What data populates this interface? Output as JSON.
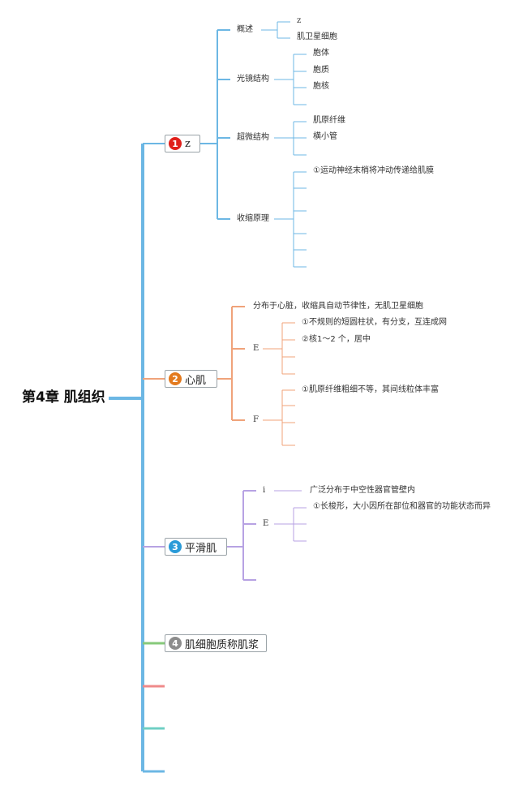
{
  "title": "第4章 肌组织",
  "colors": {
    "trunk": "#6cb7e4",
    "section1": "#6cb7e4",
    "section2": "#f0a37a",
    "section3": "#b7a2e3",
    "section4": "#86c97a",
    "stub_red": "#ef8a8a",
    "stub_teal": "#6fcfc4",
    "badge1": "#e0201b",
    "badge2": "#e37a1e",
    "badge3": "#2a9bd8",
    "badge4": "#8c8c8c"
  },
  "sections": [
    {
      "number": "1",
      "label": "z",
      "children": [
        {
          "label": "概述",
          "items": [
            "z",
            "肌卫星细胞"
          ]
        },
        {
          "label": "光镜结构",
          "items": [
            "胞体",
            "胞质",
            "胞核"
          ]
        },
        {
          "label": "超微结构",
          "items": [
            "肌原纤维",
            "横小管"
          ]
        },
        {
          "label": "收缩原理",
          "items": [
            "①运动神经末梢将冲动传递给肌膜"
          ]
        }
      ]
    },
    {
      "number": "2",
      "label": "心肌",
      "summary": "分布于心脏，收缩具自动节律性，无肌卫星细胞",
      "children": [
        {
          "label": "E",
          "items": [
            "①不规则的短圆柱状，有分支，互连成网",
            "②核1～2 个，居中"
          ]
        },
        {
          "label": "F",
          "items": [
            "①肌原纤维粗细不等，其间线粒体丰富"
          ]
        }
      ]
    },
    {
      "number": "3",
      "label": "平滑肌",
      "children": [
        {
          "label": "i",
          "items": [
            "广泛分布于中空性器官管壁内"
          ]
        },
        {
          "label": "E",
          "items": [
            "①长梭形，大小因所在部位和器官的功能状态而异"
          ]
        }
      ]
    },
    {
      "number": "4",
      "label": "肌细胞质称肌浆"
    }
  ]
}
